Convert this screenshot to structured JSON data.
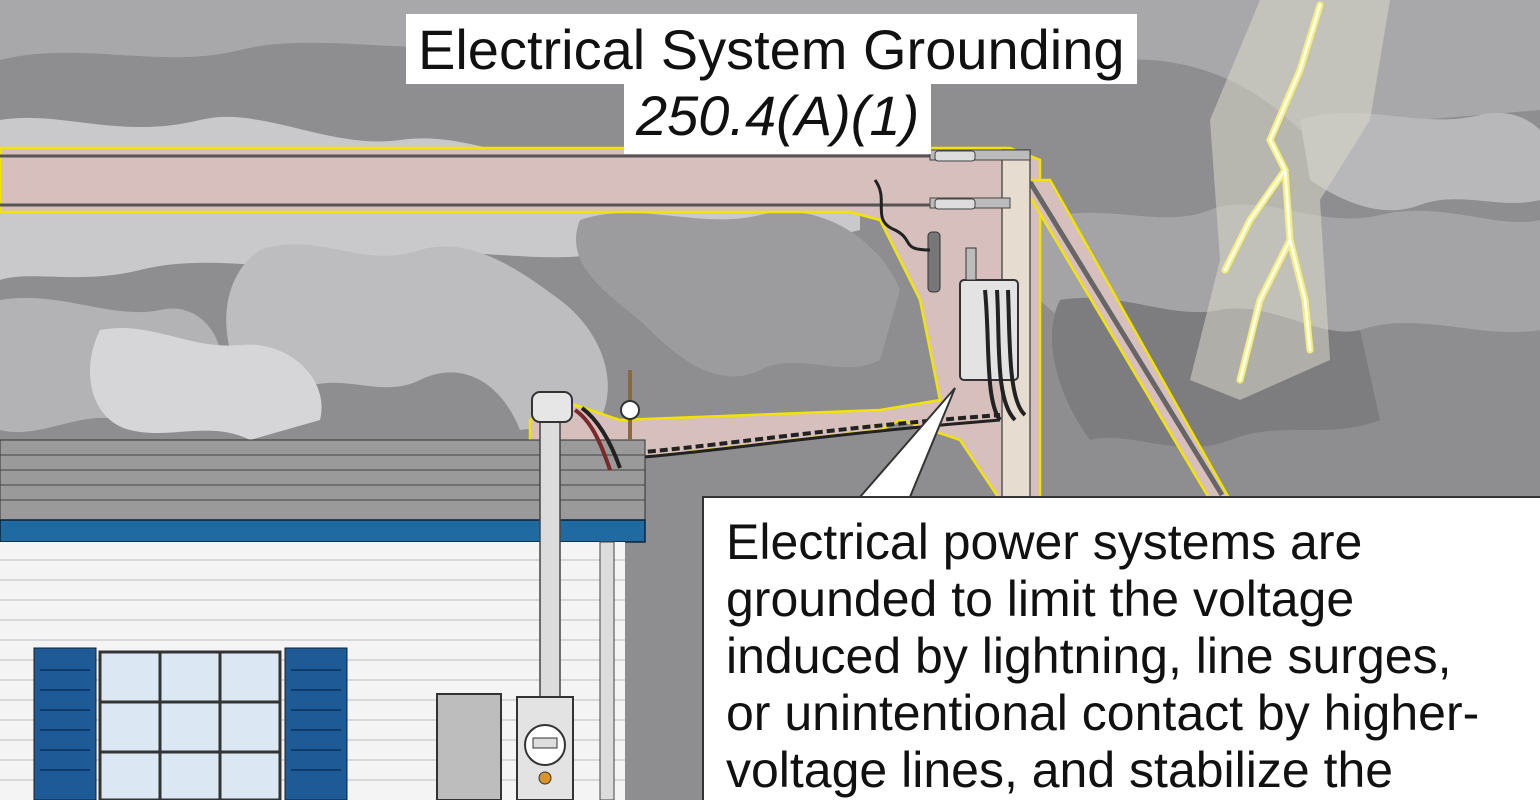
{
  "title": {
    "line1": "Electrical System Grounding",
    "line2": "250.4(A)(1)"
  },
  "callout": {
    "lines": [
      "Electrical power systems are",
      "grounded to limit the voltage",
      "induced by lightning, line surges,",
      "or unintentional contact by higher-",
      "voltage lines, and stabilize the"
    ]
  },
  "colors": {
    "sky": "#8e8e90",
    "cloud_light": "#c9c9cb",
    "cloud_mid": "#a9a9ab",
    "lightning": "#f6f07a",
    "highlight_outline": "#f2e400",
    "shutter": "#1e5a96",
    "fascia": "#1f6aa0",
    "pole": "#e6ddd0",
    "service_path": "#d7bfbd"
  },
  "icons": [
    "lightning-bolt-icon",
    "transformer-icon",
    "meter-icon",
    "service-mast-icon",
    "window-icon",
    "utility-pole-icon"
  ]
}
